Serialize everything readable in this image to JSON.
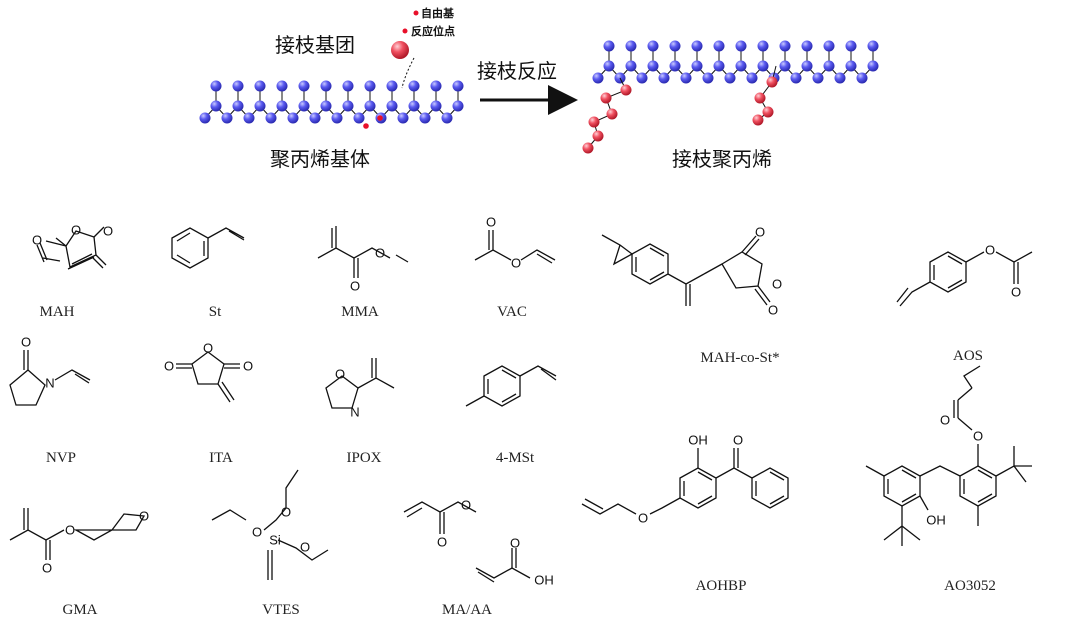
{
  "scheme": {
    "graft_group_label": "接枝基团",
    "radical_site_line1": "自由基",
    "radical_site_line2": "反应位点",
    "reaction_label": "接枝反应",
    "pp_matrix_label": "聚丙烯基体",
    "grafted_pp_label": "接枝聚丙烯"
  },
  "compounds": [
    {
      "key": "mah",
      "name": "MAH"
    },
    {
      "key": "st",
      "name": "St"
    },
    {
      "key": "mma",
      "name": "MMA"
    },
    {
      "key": "vac",
      "name": "VAC"
    },
    {
      "key": "mahst",
      "name": "MAH-co-St*"
    },
    {
      "key": "aos",
      "name": "AOS"
    },
    {
      "key": "nvp",
      "name": "NVP"
    },
    {
      "key": "ita",
      "name": "ITA"
    },
    {
      "key": "ipox",
      "name": "IPOX"
    },
    {
      "key": "mst",
      "name": "4-MSt"
    },
    {
      "key": "aohbp",
      "name": "AOHBP"
    },
    {
      "key": "ao3052",
      "name": "AO3052"
    },
    {
      "key": "gma",
      "name": "GMA"
    },
    {
      "key": "vtes",
      "name": "VTES"
    },
    {
      "key": "maaa",
      "name": "MA/AA"
    }
  ],
  "atoms": {
    "O": "O",
    "N": "N",
    "Si": "Si",
    "OH": "OH"
  },
  "colors": {
    "backbone": "#4a4ae8",
    "graft": "#e23a4a",
    "radical": "#e8102a",
    "arrow": "#111111"
  }
}
